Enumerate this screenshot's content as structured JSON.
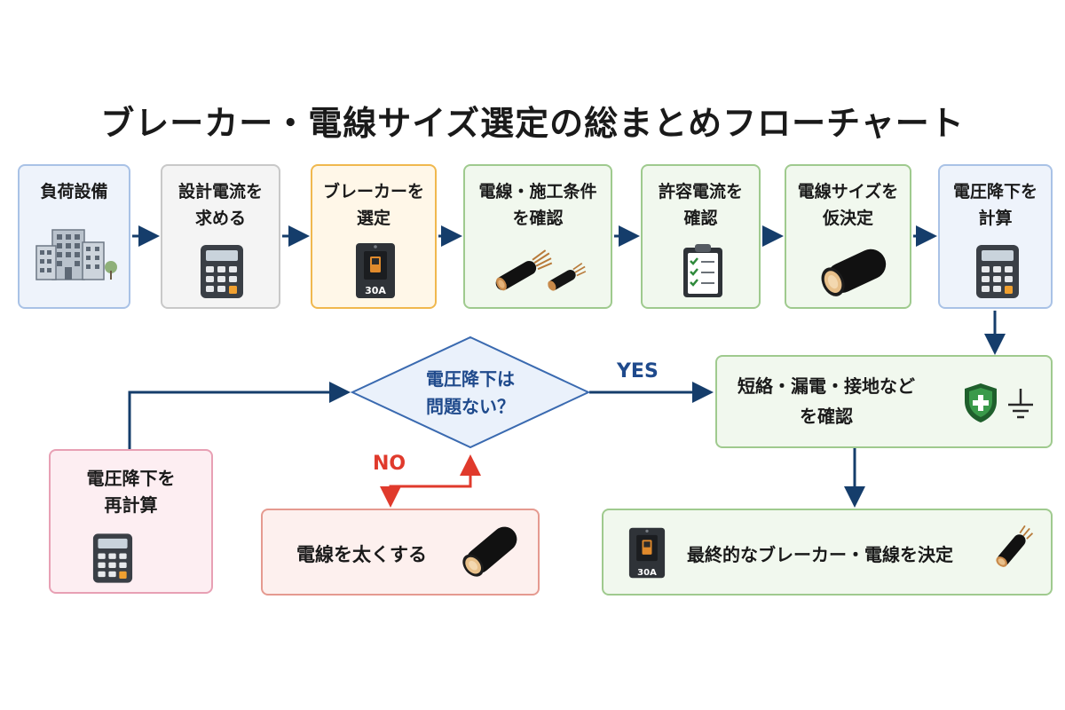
{
  "title": "ブレーカー・電線サイズ選定の総まとめフローチャート",
  "steps": [
    {
      "label": "負荷設備",
      "icon": "building-icon"
    },
    {
      "label": "設計電流を\n求める",
      "icon": "calculator-icon"
    },
    {
      "label": "ブレーカーを\n選定",
      "icon": "breaker-icon",
      "badge": "30A"
    },
    {
      "label": "電線・施工条件\nを確認",
      "icon": "cables-icon"
    },
    {
      "label": "許容電流を\n確認",
      "icon": "clipboard-icon"
    },
    {
      "label": "電線サイズを\n仮決定",
      "icon": "cable-end-icon"
    },
    {
      "label": "電圧降下を\n計算",
      "icon": "calculator-icon"
    }
  ],
  "decision": {
    "label": "電圧降下は\n問題ない？",
    "yes_label": "YES",
    "no_label": "NO"
  },
  "check_box": {
    "label": "短絡・漏電・接地など\nを確認",
    "icons": [
      "shield-plus-icon",
      "ground-symbol-icon"
    ]
  },
  "thicken_box": {
    "label": "電線を太くする",
    "icon": "cable-end-icon"
  },
  "recalc_box": {
    "label": "電圧降下を\n再計算",
    "icon": "calculator-icon"
  },
  "final_box": {
    "label": "最終的なブレーカー・電線を決定",
    "icons": [
      "breaker-icon",
      "cable-end-icon"
    ],
    "badge": "30A"
  },
  "colors": {
    "arrow": "#153d6b",
    "no_arrow": "#e03a2c",
    "decision_fill": "#eaf1fb",
    "decision_stroke": "#3a6ab0"
  }
}
